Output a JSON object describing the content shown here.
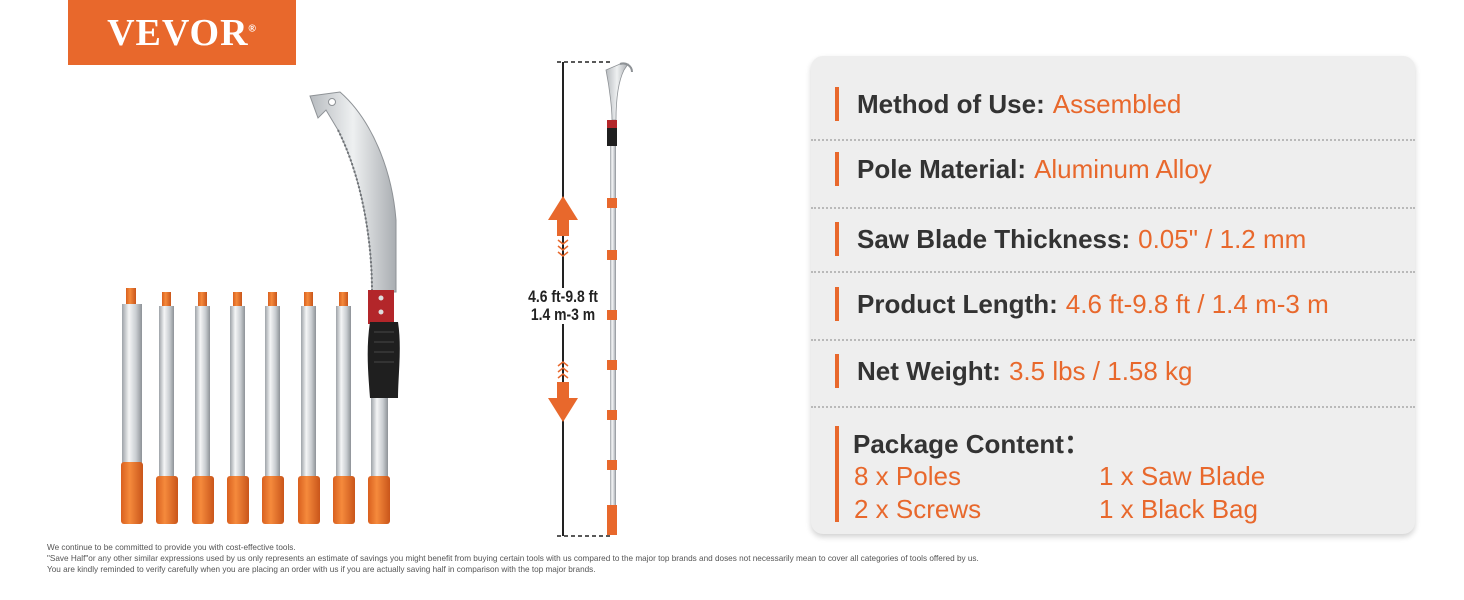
{
  "brand": {
    "name": "VEVOR",
    "reg": "®"
  },
  "dimension": {
    "line1": "4.6 ft-9.8 ft",
    "line2": "1.4 m-3 m"
  },
  "specs": [
    {
      "key": "Method of Use:",
      "value": "Assembled"
    },
    {
      "key": "Pole Material:",
      "value": "Aluminum Alloy"
    },
    {
      "key": "Saw Blade Thickness:",
      "value": "0.05\" / 1.2 mm"
    },
    {
      "key": "Product Length:",
      "value": "4.6 ft-9.8 ft / 1.4 m-3 m"
    },
    {
      "key": "Net Weight:",
      "value": "3.5 lbs / 1.58 kg"
    }
  ],
  "package": {
    "title": "Package Content：",
    "items": [
      "8 x Poles",
      "1 x Saw Blade",
      "2 x Screws",
      "1 x Black Bag"
    ]
  },
  "disclaimer": [
    "We continue to be committed to provide you with cost-effective tools.",
    "\"Save Half\"or any other similar expressions used by us only represents an estimate of savings you might benefit from buying certain tools with us compared to the major top brands and doses not necessarily mean to cover all categories of tools offered by us.",
    "You are kindly reminded to verify carefully when you are placing an order with us if you are actually saving half in comparison with the top major brands."
  ],
  "colors": {
    "accent": "#e8682c",
    "card": "#eeeeee",
    "text": "#333333"
  }
}
